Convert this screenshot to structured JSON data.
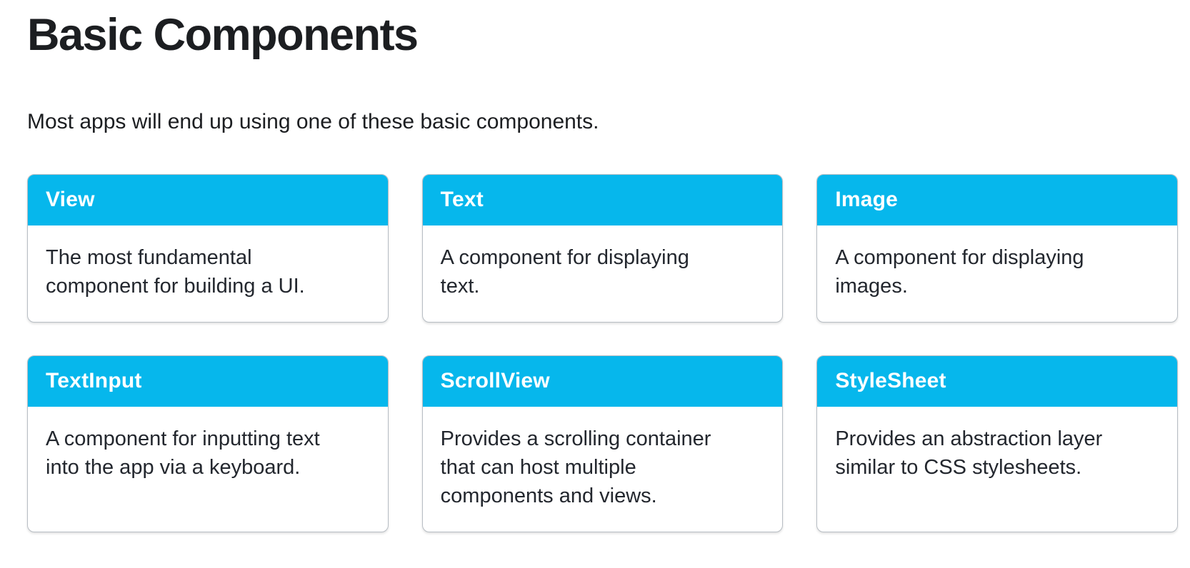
{
  "page": {
    "title": "Basic Components",
    "subtitle": "Most apps will end up using one of these basic components."
  },
  "colors": {
    "card_header_bg": "#06b7ec",
    "card_header_text": "#ffffff",
    "card_border": "#b8bec4",
    "heading_text": "#1c1e21",
    "body_text": "#23272e",
    "page_bg": "#ffffff"
  },
  "cards": [
    {
      "title": "View",
      "description_lines": [
        "The most fundamental",
        "component for building a UI."
      ]
    },
    {
      "title": "Text",
      "description_lines": [
        "A component for displaying",
        "text."
      ]
    },
    {
      "title": "Image",
      "description_lines": [
        "A component for displaying",
        "images."
      ]
    },
    {
      "title": "TextInput",
      "description_lines": [
        "A component for inputting text",
        "into the app via a keyboard."
      ]
    },
    {
      "title": "ScrollView",
      "description_lines": [
        "Provides a scrolling container",
        "that can host multiple",
        "components and views."
      ]
    },
    {
      "title": "StyleSheet",
      "description_lines": [
        "Provides an abstraction layer",
        "similar to CSS stylesheets."
      ]
    }
  ]
}
